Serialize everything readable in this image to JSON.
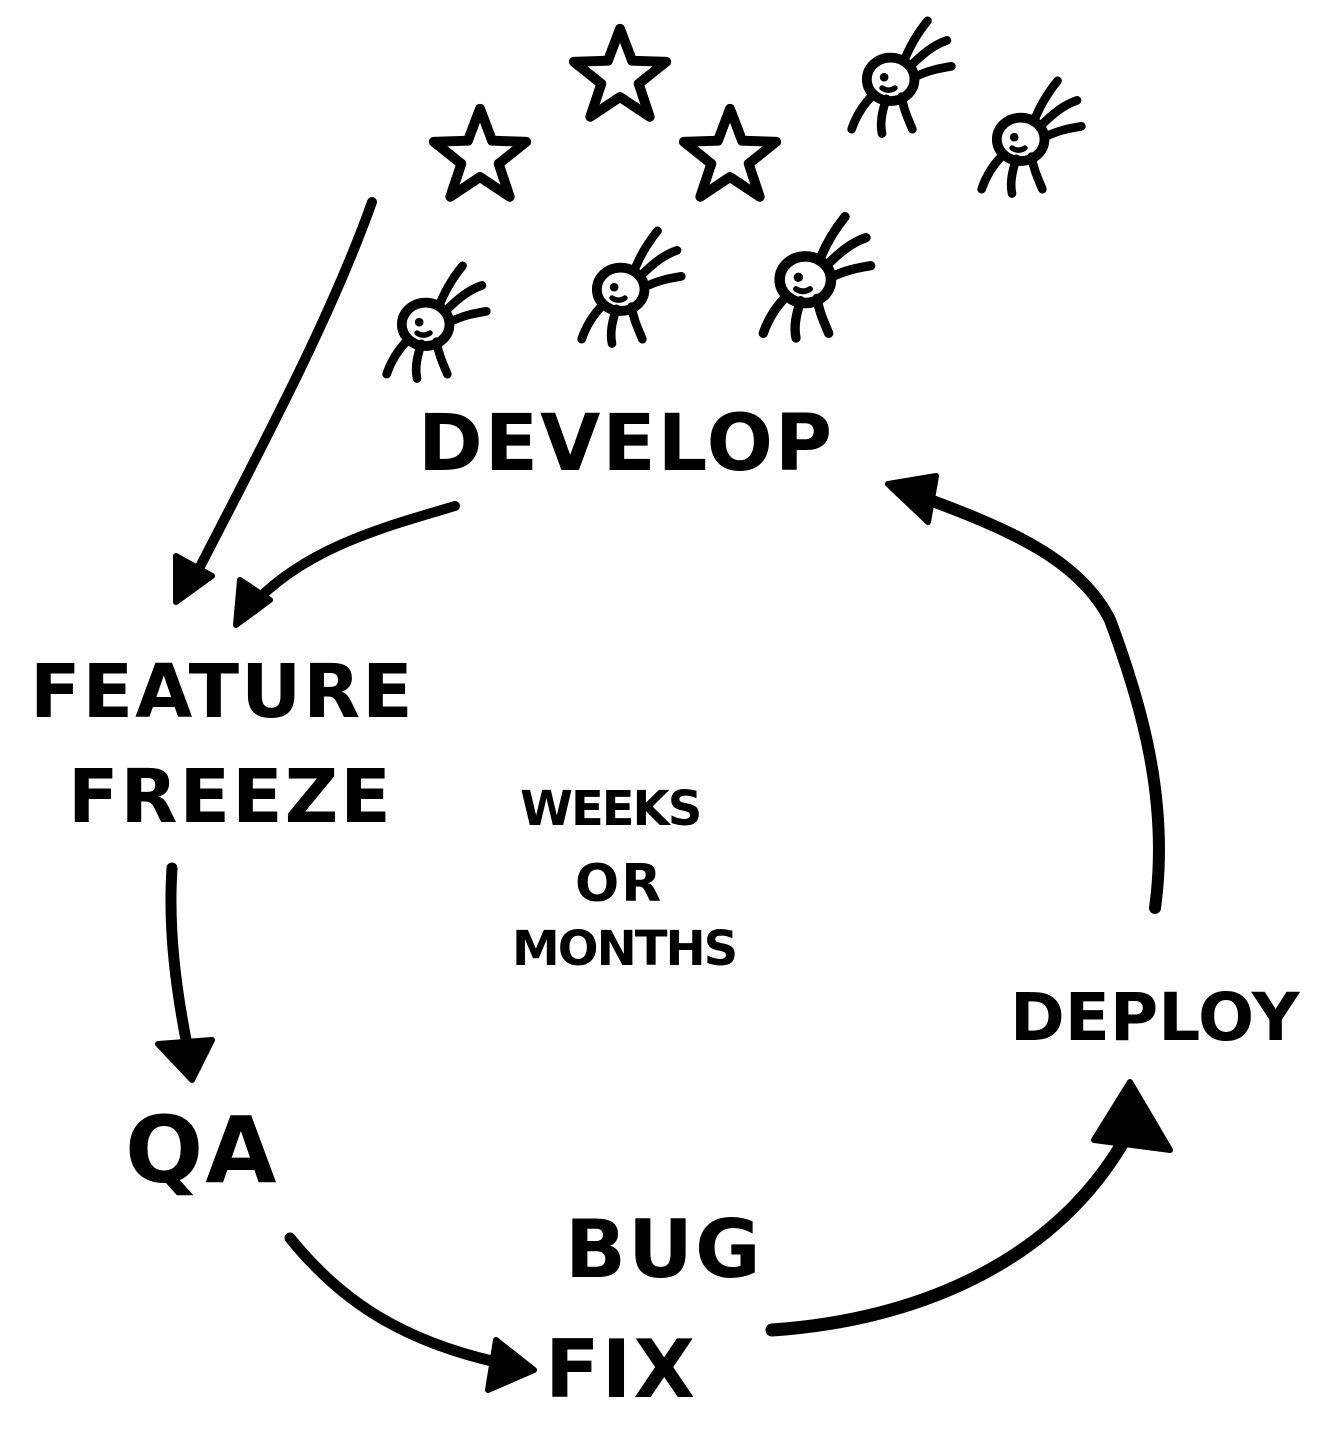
{
  "diagram": {
    "nodes": {
      "develop": "DEVELOP",
      "feature_freeze_line1": "FEATURE",
      "feature_freeze_line2": "FREEZE",
      "qa": "QA",
      "bug_fix_line1": "BUG",
      "bug_fix_line2": "FIX",
      "deploy": "DEPLOY"
    },
    "center_note": {
      "line1": "WEEKS",
      "line2": "OR",
      "line3": "MONTHS"
    },
    "icons": {
      "stars": [
        "star-icon",
        "star-icon",
        "star-icon"
      ],
      "bugs": [
        "bug-icon",
        "bug-icon",
        "bug-icon",
        "bug-icon",
        "bug-icon"
      ]
    },
    "colors": {
      "ink": "#000000",
      "paper": "#ffffff"
    }
  }
}
